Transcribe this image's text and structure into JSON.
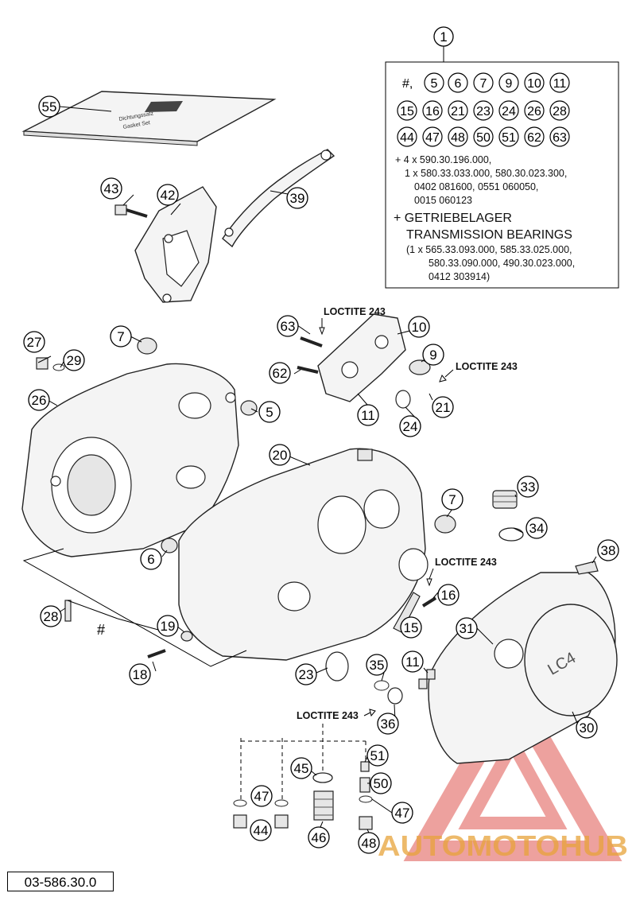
{
  "diagram": {
    "kit_header_number": "1",
    "kit_symbols_row1": [
      "#,",
      "5",
      "6",
      "7",
      "9",
      "10",
      "11"
    ],
    "kit_symbols_row2": [
      "15",
      "16",
      "21",
      "23",
      "24",
      "26",
      "28"
    ],
    "kit_symbols_row3": [
      "44",
      "47",
      "48",
      "50",
      "51",
      "62",
      "63"
    ],
    "kit_lines": [
      "+ 4 x 590.30.196.000,",
      "1 x 580.33.033.000, 580.30.023.300,",
      "0402 081600, 0551 060050,",
      "0015 060123"
    ],
    "bearings_line1": "+ GETRIEBELAGER",
    "bearings_line2": "TRANSMISSION BEARINGS",
    "bearings_detail": [
      "(1 x 565.33.093.000, 585.33.025.000,",
      "580.33.090.000, 490.30.023.000,",
      "0412 303914)"
    ],
    "loctite_label": "LOCTITE 243",
    "manual_text_line1": "Dichtungssatz",
    "manual_text_line2": "Gasket Set",
    "cover_text": "LC4",
    "hash_symbol": "#",
    "reference_code": "03-586.30.0",
    "watermark": "AUTOMOTOHUB",
    "callouts": [
      "55",
      "43",
      "42",
      "39",
      "7",
      "10",
      "63",
      "62",
      "9",
      "27",
      "29",
      "26",
      "5",
      "11",
      "21",
      "24",
      "20",
      "7",
      "33",
      "34",
      "6",
      "38",
      "16",
      "15",
      "28",
      "19",
      "31",
      "18",
      "23",
      "35",
      "11",
      "36",
      "30",
      "45",
      "51",
      "50",
      "47",
      "47",
      "44",
      "46",
      "48"
    ]
  }
}
